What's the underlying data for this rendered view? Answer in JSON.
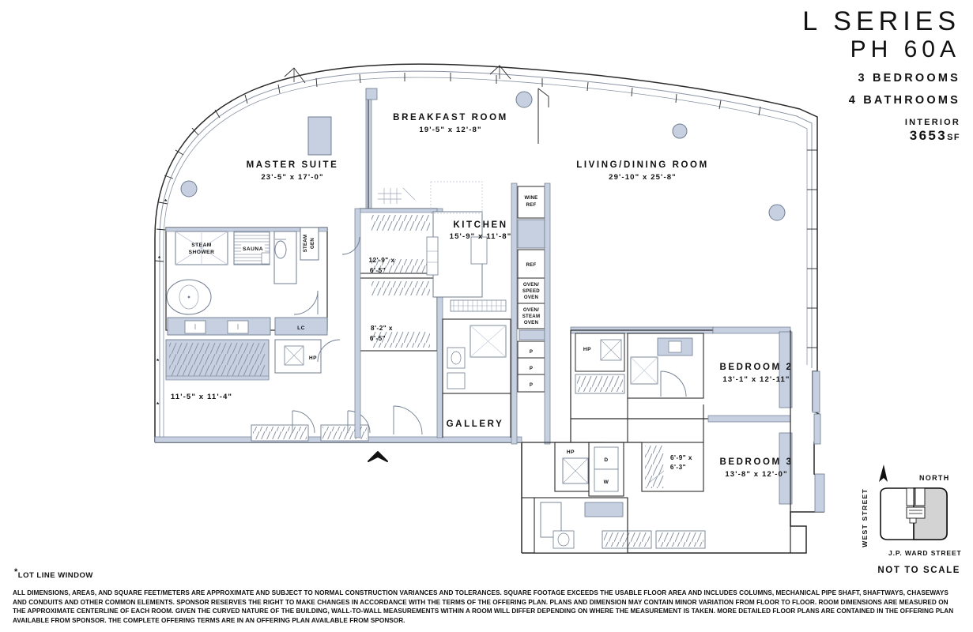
{
  "header": {
    "series": "L SERIES",
    "unit": "PH 60A",
    "bedrooms": "3 BEDROOMS",
    "bathrooms": "4 BATHROOMS",
    "interior_label": "INTERIOR",
    "interior_area": "3653",
    "interior_area_unit": "SF"
  },
  "rooms": [
    {
      "name": "MASTER SUITE",
      "dims": "23'-5\" x 17'-0\""
    },
    {
      "name": "BREAKFAST ROOM",
      "dims": "19'-5\" x 12'-8\""
    },
    {
      "name": "LIVING/DINING ROOM",
      "dims": "29'-10\" x 25'-8\""
    },
    {
      "name": "KITCHEN",
      "dims": "15'-9\" x 11'-8\""
    },
    {
      "name": "BEDROOM 2",
      "dims": "13'-1\" x 12'-11\""
    },
    {
      "name": "BEDROOM 3",
      "dims": "13'-8\" x 12'-0\""
    },
    {
      "name": "GALLERY",
      "dims": ""
    }
  ],
  "closet_dims": [
    {
      "line1": "12'-9\" x",
      "line2": "6'-5\""
    },
    {
      "line1": "8'-2\" x",
      "line2": "6'-5\""
    },
    {
      "line1": "6'-9\" x",
      "line2": "6'-3\""
    }
  ],
  "unlabeled_room_dim": "11'-5\" x 11'-4\"",
  "fixtures": {
    "steam_shower_l1": "STEAM",
    "steam_shower_l2": "SHOWER",
    "sauna": "SAUNA",
    "steam_gen_l1": "STEAM",
    "steam_gen_l2": "GEN",
    "linen_closet": "LC",
    "heat_pump": "HP",
    "dryer": "D",
    "washer": "W"
  },
  "appliances": [
    {
      "l1": "WINE",
      "l2": "REF"
    },
    {
      "l1": "REF",
      "l2": ""
    },
    {
      "l1": "OVEN/",
      "l2": "SPEED",
      "l3": "OVEN"
    },
    {
      "l1": "OVEN/",
      "l2": "STEAM",
      "l3": "OVEN"
    },
    {
      "l1": "P",
      "l2": ""
    },
    {
      "l1": "P",
      "l2": ""
    },
    {
      "l1": "P",
      "l2": ""
    }
  ],
  "keymap": {
    "north": "NORTH",
    "west_street": "WEST STREET",
    "ward_street": "J.P. WARD STREET",
    "not_to_scale": "NOT TO SCALE"
  },
  "notes": {
    "lot_line_window": "LOT LINE WINDOW",
    "disclaimer": "ALL DIMENSIONS, AREAS, AND SQUARE FEET/METERS ARE APPROXIMATE AND SUBJECT TO NORMAL CONSTRUCTION VARIANCES AND TOLERANCES. SQUARE FOOTAGE EXCEEDS THE USABLE FLOOR AREA AND INCLUDES COLUMNS, MECHANICAL PIPE SHAFT, SHAFTWAYS, CHASEWAYS AND CONDUITS AND OTHER COMMON ELEMENTS. SPONSOR RESERVES THE RIGHT TO MAKE CHANGES IN ACCORDANCE WITH THE TERMS OF THE OFFERING PLAN. PLANS AND DIMENSION MAY CONTAIN MINOR VARIATION FROM FLOOR TO FLOOR. ROOM DIMENSIONS ARE MEASURED ON THE APPROXIMATE CENTERLINE OF EACH ROOM. GIVEN THE CURVED NATURE OF THE BUILDING, WALL-TO-WALL MEASUREMENTS WITHIN A ROOM WILL DIFFER DEPENDING ON WHERE THE MEASUREMENT IS TAKEN. MORE DETAILED FLOOR PLANS ARE CONTAINED IN THE OFFERING PLAN AVAILABLE FROM SPONSOR. THE COMPLETE OFFERING TERMS ARE IN AN OFFERING PLAN AVAILABLE FROM SPONSOR."
  },
  "colors": {
    "wall_fill": "#c6d0e0",
    "wall_stroke": "#6f7d90",
    "line": "#2a2a2a",
    "thin_line": "#8a94a4",
    "column_fill": "#c6d0e0",
    "keymap_shade": "#d3d3d3",
    "text": "#111111"
  }
}
